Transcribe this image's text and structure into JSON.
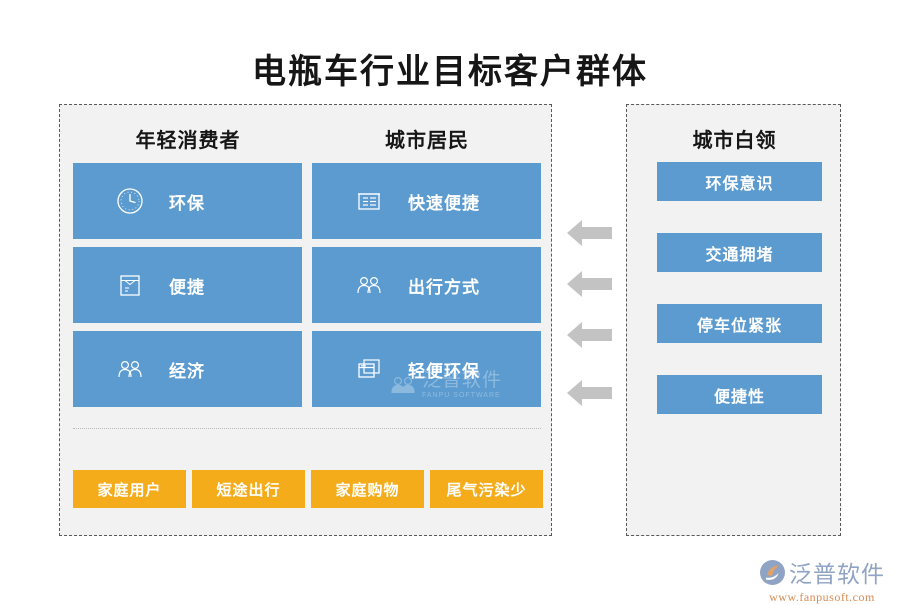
{
  "title": "电瓶车行业目标客户群体",
  "colors": {
    "blue": "#5b9bd0",
    "orange": "#f5ac1a",
    "panel_bg": "#f2f2f2",
    "panel_border": "#595959",
    "arrow": "#c3c3c3",
    "title_text": "#161616"
  },
  "left_panel": {
    "columns": [
      {
        "heading": "年轻消费者",
        "cards": [
          {
            "label": "环保",
            "icon": "clock-icon"
          },
          {
            "label": "便捷",
            "icon": "envelope-icon"
          },
          {
            "label": "经济",
            "icon": "people-icon"
          }
        ]
      },
      {
        "heading": "城市居民",
        "cards": [
          {
            "label": "快速便捷",
            "icon": "document-list-icon"
          },
          {
            "label": "出行方式",
            "icon": "people-icon"
          },
          {
            "label": "轻便环保",
            "icon": "stacked-windows-icon"
          }
        ]
      }
    ],
    "tags": [
      "家庭用户",
      "短途出行",
      "家庭购物",
      "尾气污染少"
    ]
  },
  "right_panel": {
    "heading": "城市白领",
    "items": [
      "环保意识",
      "交通拥堵",
      "停车位紧张",
      "便捷性"
    ]
  },
  "arrows": {
    "count": 4,
    "direction": "left",
    "icon": "arrow-left-icon"
  },
  "watermark": {
    "main": "泛普软件",
    "sub": "FANPU SOFTWARE"
  },
  "logo": {
    "name": "泛普软件",
    "url": "www.fanpusoft.com"
  }
}
